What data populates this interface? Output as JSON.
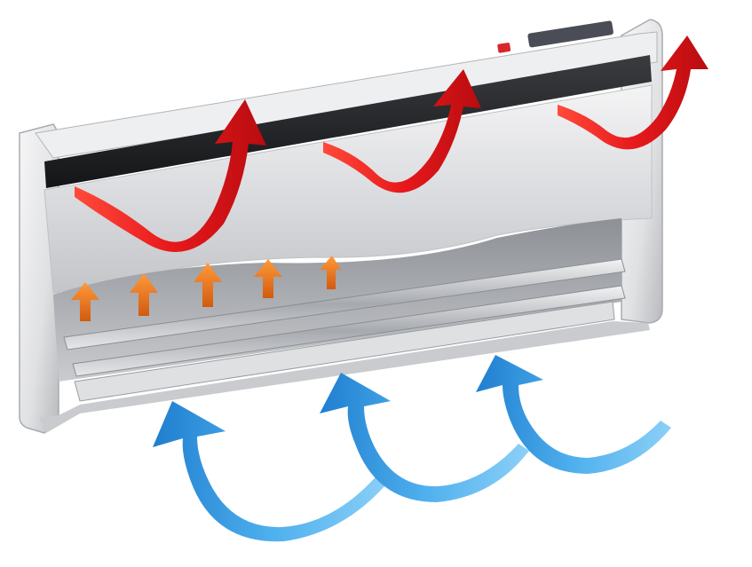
{
  "illustration": {
    "subject": "convector-heater-airflow",
    "colors": {
      "background": "#ffffff",
      "casing": "#e4e4e6",
      "casing_shadow": "#b8babd",
      "front_panel": "#d7d8da",
      "vent_dark": "#1e1f22",
      "heating_element": "#9ea2a8",
      "warm_air_arrow": "#e8191c",
      "rising_heat_arrow": "#f07818",
      "cool_air_arrow": "#3a9be0",
      "indicator_light": "#d8262a",
      "control_panel": "#4a4d55"
    },
    "arrows": {
      "warm_air_count": 3,
      "rising_heat_count": 5,
      "cool_air_count": 3
    }
  }
}
